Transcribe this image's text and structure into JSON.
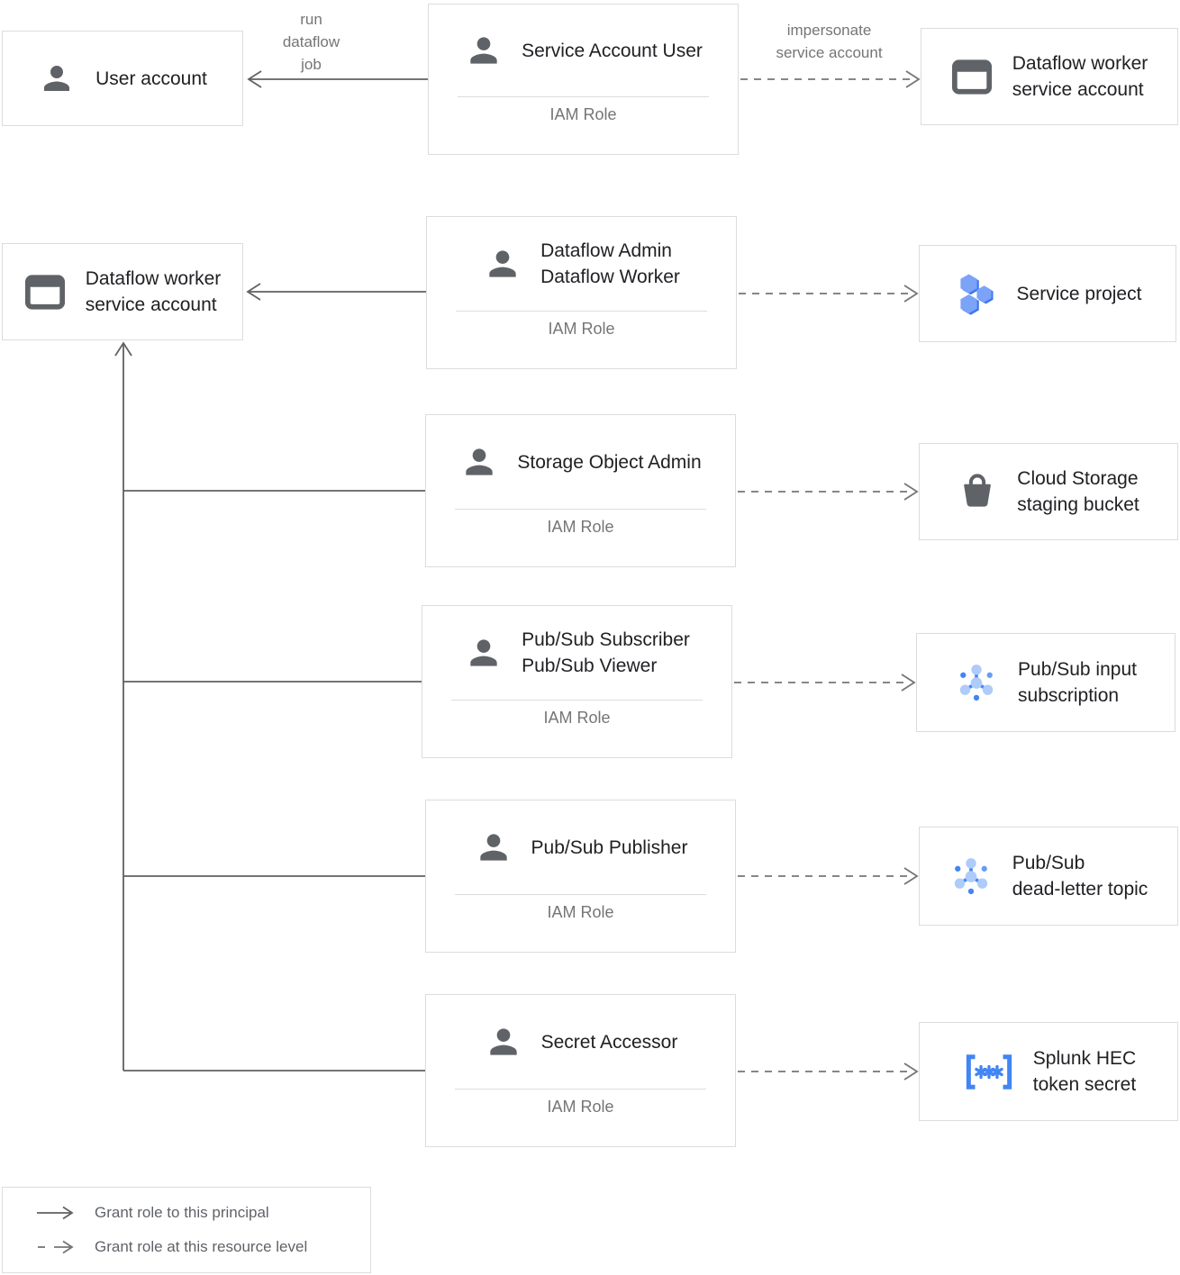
{
  "colors": {
    "box_border": "#dadce0",
    "solid_line": "#616161",
    "dashed_line": "#757575",
    "title_text": "#202124",
    "muted_text": "#757575",
    "icon_gray": "#5f6368",
    "blue": "#4285f4",
    "blue_mid": "#669df6",
    "blue_face": "#7ba3f7",
    "blue_light": "#aecbfa"
  },
  "edge_labels": {
    "run_dataflow_job": {
      "lines": [
        "run",
        "dataflow",
        "job"
      ]
    },
    "impersonate_service_account": {
      "lines": [
        "impersonate",
        "service account"
      ]
    }
  },
  "principals": {
    "user_account": {
      "icon": "person-icon",
      "lines": [
        "User account"
      ]
    },
    "dataflow_worker_sa_top": {
      "icon": "service-account-icon",
      "lines": [
        "Dataflow worker",
        "service account"
      ]
    },
    "dataflow_worker_sa_left": {
      "icon": "service-account-icon",
      "lines": [
        "Dataflow worker",
        "service account"
      ]
    }
  },
  "roles": {
    "service_account_user": {
      "icon": "person-icon",
      "lines": [
        "Service Account User"
      ],
      "footer": "IAM Role"
    },
    "dataflow_admin_worker": {
      "icon": "person-icon",
      "lines": [
        "Dataflow Admin",
        "Dataflow Worker"
      ],
      "footer": "IAM Role"
    },
    "storage_object_admin": {
      "icon": "person-icon",
      "lines": [
        "Storage Object Admin"
      ],
      "footer": "IAM Role"
    },
    "pubsub_subscriber_viewer": {
      "icon": "person-icon",
      "lines": [
        "Pub/Sub Subscriber",
        "Pub/Sub Viewer"
      ],
      "footer": "IAM Role"
    },
    "pubsub_publisher": {
      "icon": "person-icon",
      "lines": [
        "Pub/Sub Publisher"
      ],
      "footer": "IAM Role"
    },
    "secret_accessor": {
      "icon": "person-icon",
      "lines": [
        "Secret Accessor"
      ],
      "footer": "IAM Role"
    }
  },
  "resources": {
    "service_project": {
      "icon": "project-hexagons-icon",
      "lines": [
        "Service project"
      ]
    },
    "cloud_storage_bucket": {
      "icon": "storage-bucket-icon",
      "lines": [
        "Cloud Storage",
        "staging bucket"
      ]
    },
    "pubsub_input_subscription": {
      "icon": "pubsub-icon",
      "lines": [
        "Pub/Sub input",
        "subscription"
      ]
    },
    "pubsub_dead_letter_topic": {
      "icon": "pubsub-icon",
      "lines": [
        "Pub/Sub",
        "dead-letter topic"
      ]
    },
    "splunk_hec_token_secret": {
      "icon": "secret-icon",
      "lines": [
        "Splunk HEC",
        "token secret"
      ]
    }
  },
  "legend": {
    "items": [
      {
        "style": "solid",
        "label": "Grant role to this principal"
      },
      {
        "style": "dashed",
        "label": "Grant role at this resource level"
      }
    ]
  }
}
